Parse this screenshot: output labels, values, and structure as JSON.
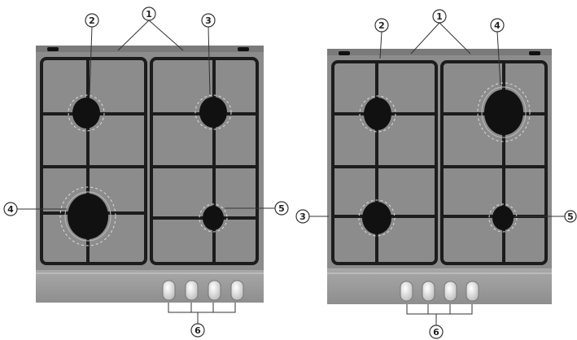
{
  "callouts": [
    "1",
    "2",
    "3",
    "4",
    "5",
    "6"
  ],
  "colors": {
    "plate": "#8c8c8c",
    "grate": "#1c1c1c",
    "burner": "#111111",
    "panel": "#9a9a9a",
    "knob": "#f2f2f2",
    "leader": "#333333"
  },
  "icons": [
    "burner-icon",
    "control-knob-icon"
  ]
}
